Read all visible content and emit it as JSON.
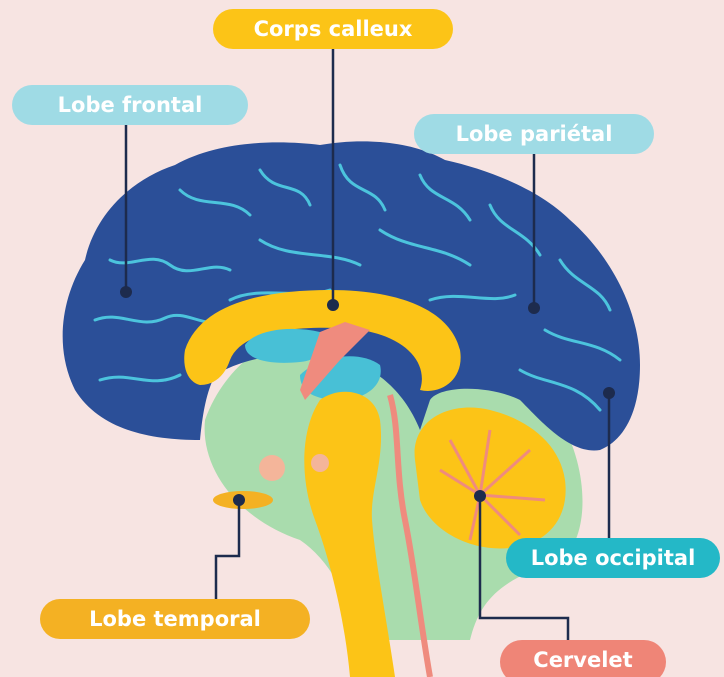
{
  "labels": {
    "corps_calleux": "Corps calleux",
    "lobe_frontal": "Lobe frontal",
    "lobe_parietal": "Lobe pariétal",
    "lobe_occipital": "Lobe occipital",
    "lobe_temporal": "Lobe temporal",
    "cervelet": "Cervelet"
  },
  "colors": {
    "background": "#f7e4e2",
    "cortex": "#2b4f98",
    "sulci": "#4cc4dd",
    "corpus_callosum": "#fcc417",
    "inner_tissue": "#a9dcad",
    "ventricles": "#48c0d6",
    "vessels": "#ef8b7e",
    "pointer_line": "#1d2b4d",
    "label_gold": "#fcc417",
    "label_light_blue": "#9fdbe5",
    "label_teal": "#24b8c7",
    "label_orange": "#f4b123",
    "label_salmon": "#ef8577"
  }
}
